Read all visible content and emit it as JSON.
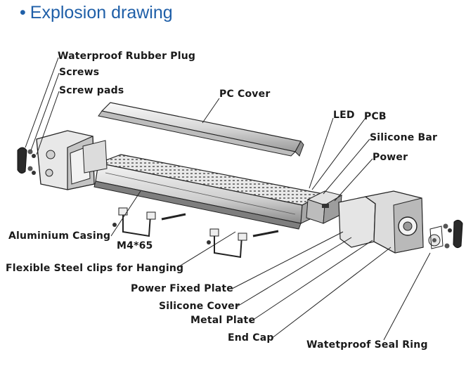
{
  "heading": {
    "bullet": "•",
    "title": "Explosion drawing"
  },
  "labels": {
    "waterproof_rubber_plug": "Waterproof Rubber Plug",
    "screws": "Screws",
    "screw_pads": "Screw pads",
    "pc_cover": "PC Cover",
    "led": "LED",
    "pcb": "PCB",
    "silicone_bar": "Silicone Bar",
    "power": "Power",
    "aluminium_casing": "Aluminium Casing",
    "m4_65": "M4*65",
    "flexible_steel_clips": "Flexible Steel clips for Hanging",
    "power_fixed_plate": "Power Fixed Plate",
    "silicone_cover": "Silicone Cover",
    "metal_plate": "Metal Plate",
    "end_cap": "End Cap",
    "waterproof_seal_ring": "Watetproof Seal Ring"
  }
}
